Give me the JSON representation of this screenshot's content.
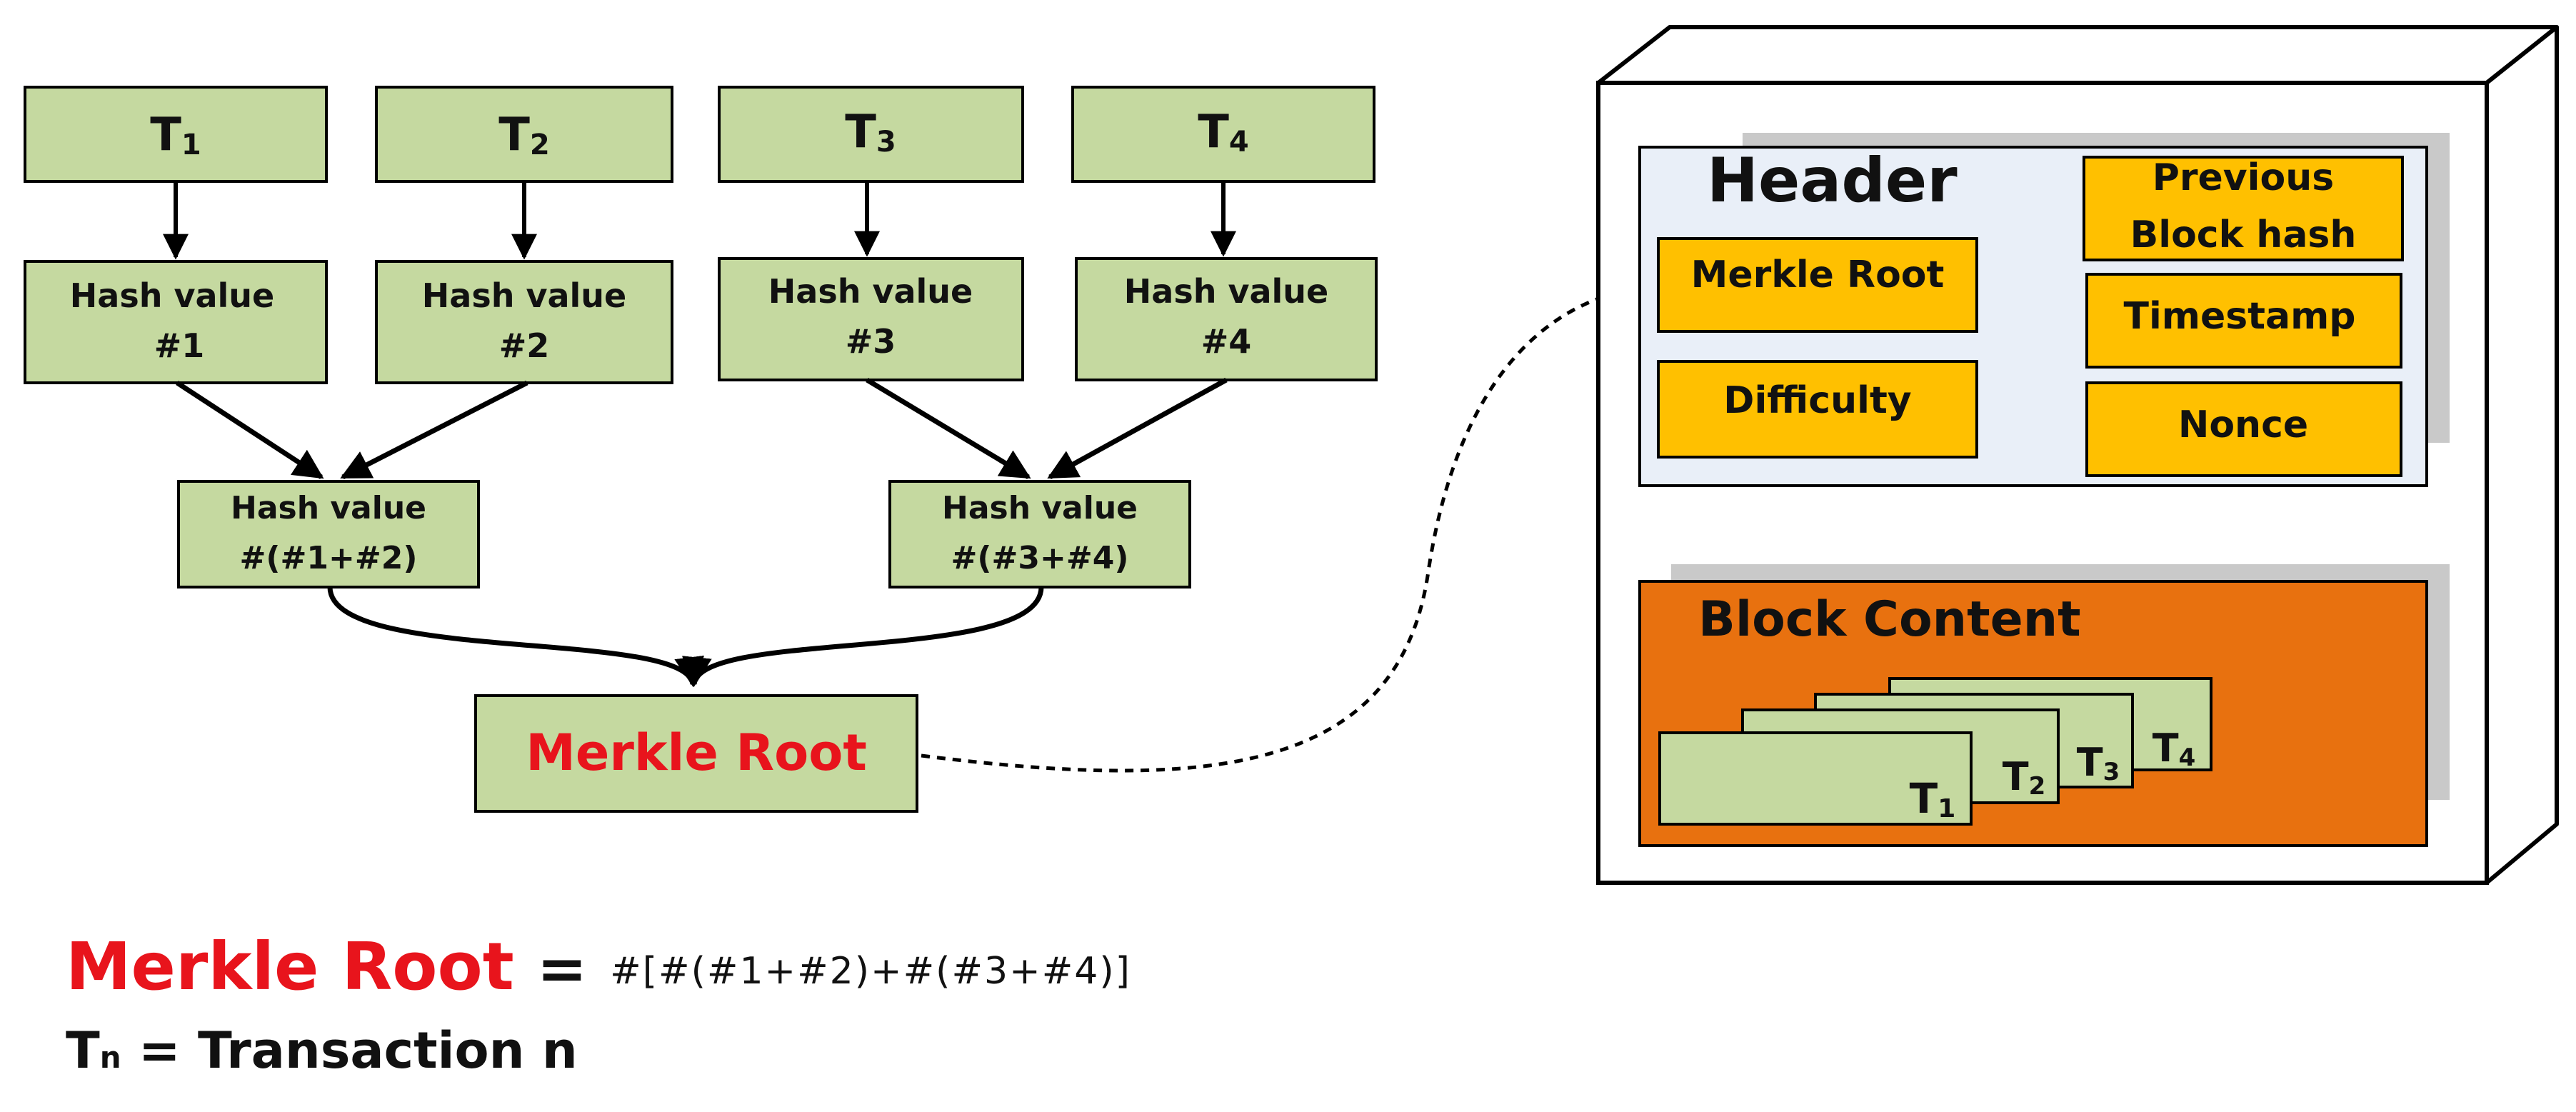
{
  "colors": {
    "green_fill": "#c5d9a0",
    "gold_fill": "#ffc000",
    "orange_fill": "#e8710f",
    "header_fill": "#e9eff8",
    "shadow": "#c9c9c9",
    "red_text": "#e8141c"
  },
  "tree": {
    "transactions": [
      {
        "base": "T",
        "sub": "1"
      },
      {
        "base": "T",
        "sub": "2"
      },
      {
        "base": "T",
        "sub": "3"
      },
      {
        "base": "T",
        "sub": "4"
      }
    ],
    "hash_values": [
      {
        "line1": "Hash value",
        "line2": "#1"
      },
      {
        "line1": "Hash value",
        "line2": "#2"
      },
      {
        "line1": "Hash value",
        "line2": "#3"
      },
      {
        "line1": "Hash value",
        "line2": "#4"
      }
    ],
    "pair_hashes": [
      {
        "line1": "Hash value",
        "line2": "#(#1+#2)"
      },
      {
        "line1": "Hash value",
        "line2": "#(#3+#4)"
      }
    ],
    "root_label": "Merkle Root"
  },
  "block": {
    "header": {
      "title": "Header",
      "merkle_root": "Merkle Root",
      "difficulty": "Difficulty",
      "previous_hash_line1": "Previous",
      "previous_hash_line2": "Block hash",
      "timestamp": "Timestamp",
      "nonce": "Nonce"
    },
    "content": {
      "title": "Block Content",
      "cards": [
        {
          "base": "T",
          "sub": "4"
        },
        {
          "base": "T",
          "sub": "3"
        },
        {
          "base": "T",
          "sub": "2"
        },
        {
          "base": "T",
          "sub": "1"
        }
      ]
    }
  },
  "legend": {
    "root_label": "Merkle Root",
    "equals": "=",
    "formula": "#[#(#1+#2)+#(#3+#4)]",
    "tn_base": "T",
    "tn_sub": "n",
    "tn_text": "= Transaction n"
  }
}
